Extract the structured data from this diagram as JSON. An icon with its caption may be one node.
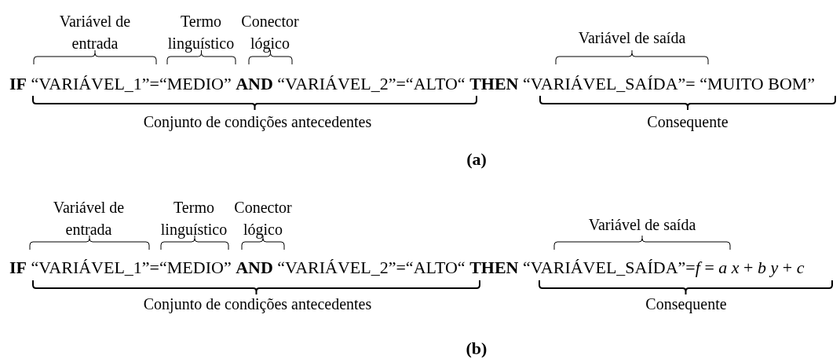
{
  "diagram": {
    "labels": [
      "Variável de entrada",
      "Termo linguístico",
      "Conector lógico",
      "Variável de saída",
      "**IF** “VARIÁVEL_1”=“MEDIO” **AND** “VARIÁVEL_2”=“ALTO“ **THEN** “VARIÁVEL_SAÍDA”= “MUITO BOM”",
      "Conjunto de condições antecedentes",
      "Consequente",
      "(a)",
      "Variável de entrada",
      "Termo linguístico",
      "Conector lógico",
      "Variável de saída",
      "**IF** “VARIÁVEL_1”=“MEDIO” **AND** “VARIÁVEL_2”=“ALTO“ **THEN** “VARIÁVEL_SAÍDA”=*f* = *a x* + *b y* + *c*",
      "Conjunto de condições antecedentes",
      "Consequente",
      "(b)"
    ]
  }
}
